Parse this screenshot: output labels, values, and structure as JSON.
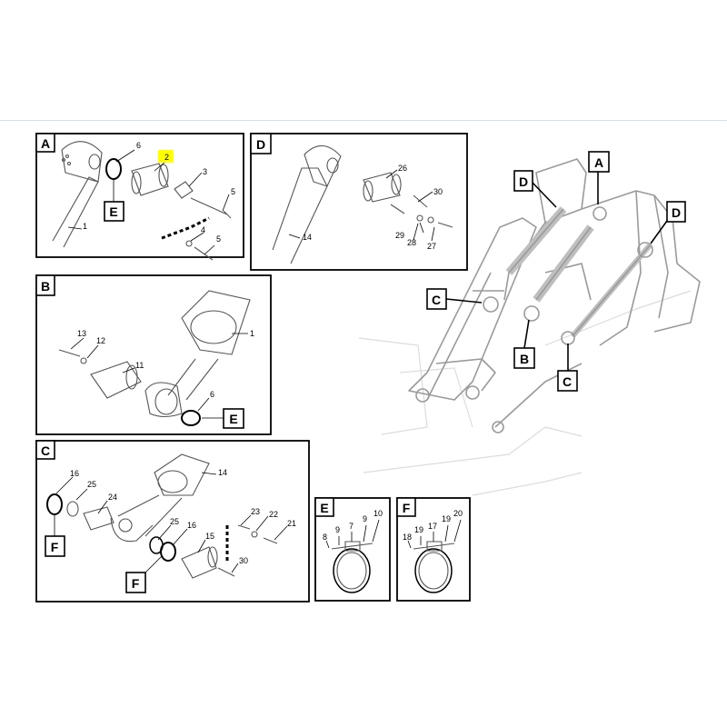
{
  "colors": {
    "highlight": "#ffff00",
    "lineart": "#9a9a9a",
    "ink": "#000000",
    "separator": "#cfe3f3"
  },
  "panels": {
    "A": {
      "title": "A",
      "parts": [
        "6",
        "2",
        "3",
        "5",
        "4",
        "5",
        "1"
      ],
      "ref": "E"
    },
    "D": {
      "title": "D",
      "parts": [
        "26",
        "30",
        "14",
        "29",
        "28",
        "27"
      ]
    },
    "B": {
      "title": "B",
      "parts": [
        "13",
        "12",
        "11",
        "1",
        "6"
      ],
      "ref": "E"
    },
    "C": {
      "title": "C",
      "parts": [
        "16",
        "25",
        "24",
        "14",
        "23",
        "22",
        "21",
        "25",
        "16",
        "15",
        "30"
      ],
      "ref1": "F",
      "ref2": "F"
    },
    "E": {
      "title": "E",
      "parts": [
        "8",
        "9",
        "7",
        "9",
        "10"
      ]
    },
    "F": {
      "title": "F",
      "parts": [
        "18",
        "19",
        "17",
        "19",
        "20"
      ]
    }
  },
  "overview_callouts": [
    "D",
    "A",
    "D",
    "C",
    "B",
    "C"
  ]
}
